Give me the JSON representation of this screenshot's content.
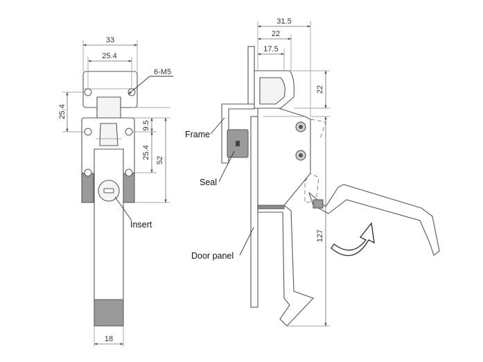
{
  "front_view": {
    "dims": {
      "overall_width": "33",
      "hole_spacing_width": "25.4",
      "thread": "6-M5",
      "hole_spacing_left": "25.4",
      "offset_small": "9.5",
      "hole_spacing_right": "25.4",
      "height": "52",
      "handle_width": "18"
    },
    "labels": {
      "insert": "Insert"
    }
  },
  "side_view": {
    "dims": {
      "depth_overall": "31.5",
      "depth_22": "22",
      "depth_17_5": "17.5",
      "height_22": "22",
      "handle_length": "127"
    },
    "labels": {
      "frame": "Frame",
      "seal": "Seal",
      "door_panel": "Door panel"
    }
  },
  "icons": [
    "rotation-arrow-icon"
  ]
}
